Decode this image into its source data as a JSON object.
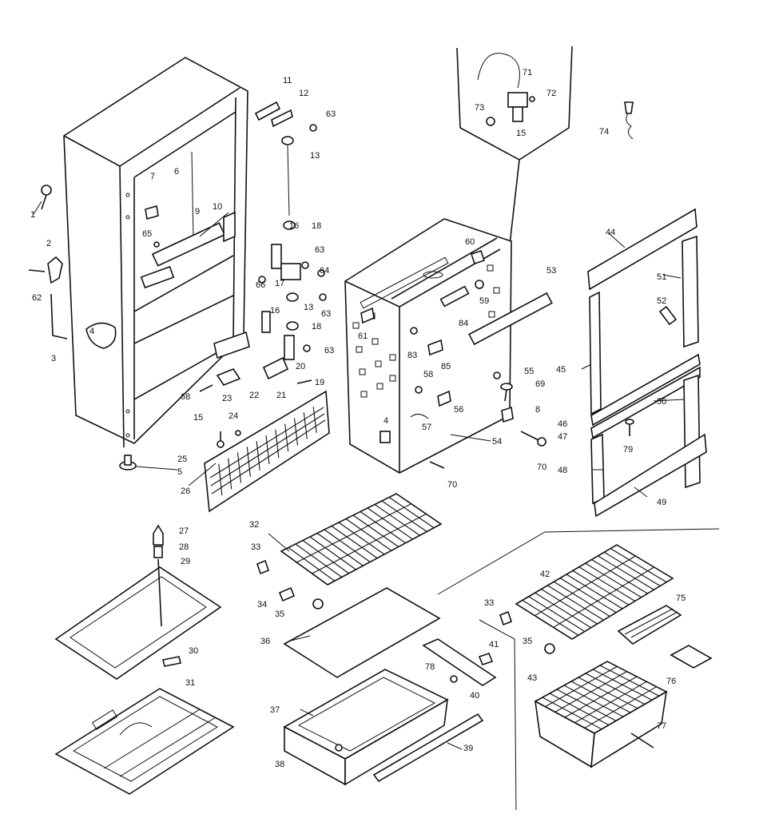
{
  "callouts": [
    {
      "id": "c1",
      "text": "1"
    },
    {
      "id": "c2",
      "text": "2"
    },
    {
      "id": "c3",
      "text": "3"
    },
    {
      "id": "c4a",
      "text": "4"
    },
    {
      "id": "c62",
      "text": "62"
    },
    {
      "id": "c5",
      "text": "5"
    },
    {
      "id": "c6",
      "text": "6"
    },
    {
      "id": "c7",
      "text": "7"
    },
    {
      "id": "c9",
      "text": "9"
    },
    {
      "id": "c10",
      "text": "10"
    },
    {
      "id": "c65",
      "text": "65"
    },
    {
      "id": "c11",
      "text": "11"
    },
    {
      "id": "c12",
      "text": "12"
    },
    {
      "id": "c63a",
      "text": "63"
    },
    {
      "id": "c13a",
      "text": "13"
    },
    {
      "id": "c18a",
      "text": "18"
    },
    {
      "id": "c16a",
      "text": "16"
    },
    {
      "id": "c63b",
      "text": "63"
    },
    {
      "id": "c64",
      "text": "64"
    },
    {
      "id": "c66",
      "text": "66"
    },
    {
      "id": "c17",
      "text": "17"
    },
    {
      "id": "c63c",
      "text": "63"
    },
    {
      "id": "c16b",
      "text": "16"
    },
    {
      "id": "c13b",
      "text": "13"
    },
    {
      "id": "c18b",
      "text": "18"
    },
    {
      "id": "c63d",
      "text": "63"
    },
    {
      "id": "c20",
      "text": "20"
    },
    {
      "id": "c19",
      "text": "19"
    },
    {
      "id": "c21",
      "text": "21"
    },
    {
      "id": "c22",
      "text": "22"
    },
    {
      "id": "c23",
      "text": "23"
    },
    {
      "id": "c68",
      "text": "68"
    },
    {
      "id": "c15a",
      "text": "15"
    },
    {
      "id": "c24",
      "text": "24"
    },
    {
      "id": "c25",
      "text": "25"
    },
    {
      "id": "c26",
      "text": "26"
    },
    {
      "id": "c71",
      "text": "71"
    },
    {
      "id": "c72",
      "text": "72"
    },
    {
      "id": "c73",
      "text": "73"
    },
    {
      "id": "c15b",
      "text": "15"
    },
    {
      "id": "c74",
      "text": "74"
    },
    {
      "id": "c60",
      "text": "60"
    },
    {
      "id": "c53",
      "text": "53"
    },
    {
      "id": "c59",
      "text": "59"
    },
    {
      "id": "c84",
      "text": "84"
    },
    {
      "id": "c61",
      "text": "61"
    },
    {
      "id": "c83",
      "text": "83"
    },
    {
      "id": "c85",
      "text": "85"
    },
    {
      "id": "c55",
      "text": "55"
    },
    {
      "id": "c58",
      "text": "58"
    },
    {
      "id": "c69",
      "text": "69"
    },
    {
      "id": "c56",
      "text": "56"
    },
    {
      "id": "c8",
      "text": "8"
    },
    {
      "id": "c57",
      "text": "57"
    },
    {
      "id": "c4b",
      "text": "4"
    },
    {
      "id": "c54",
      "text": "54"
    },
    {
      "id": "c70a",
      "text": "70"
    },
    {
      "id": "c70b",
      "text": "70"
    },
    {
      "id": "c44",
      "text": "44"
    },
    {
      "id": "c51",
      "text": "51"
    },
    {
      "id": "c52",
      "text": "52"
    },
    {
      "id": "c45",
      "text": "45"
    },
    {
      "id": "c50",
      "text": "50"
    },
    {
      "id": "c46",
      "text": "46"
    },
    {
      "id": "c47",
      "text": "47"
    },
    {
      "id": "c79",
      "text": "79"
    },
    {
      "id": "c48",
      "text": "48"
    },
    {
      "id": "c49",
      "text": "49"
    },
    {
      "id": "c27",
      "text": "27"
    },
    {
      "id": "c28",
      "text": "28"
    },
    {
      "id": "c29",
      "text": "29"
    },
    {
      "id": "c30",
      "text": "30"
    },
    {
      "id": "c31",
      "text": "31"
    },
    {
      "id": "c32",
      "text": "32"
    },
    {
      "id": "c33a",
      "text": "33"
    },
    {
      "id": "c34",
      "text": "34"
    },
    {
      "id": "c35a",
      "text": "35"
    },
    {
      "id": "c36",
      "text": "36"
    },
    {
      "id": "c41",
      "text": "41"
    },
    {
      "id": "c78a",
      "text": "78"
    },
    {
      "id": "c40",
      "text": "40"
    },
    {
      "id": "c37",
      "text": "37"
    },
    {
      "id": "c38",
      "text": "38"
    },
    {
      "id": "c39",
      "text": "39"
    },
    {
      "id": "c42",
      "text": "42"
    },
    {
      "id": "c33b",
      "text": "33"
    },
    {
      "id": "c75",
      "text": "75"
    },
    {
      "id": "c35b",
      "text": "35"
    },
    {
      "id": "c76",
      "text": "76"
    },
    {
      "id": "c43",
      "text": "43"
    },
    {
      "id": "c77",
      "text": "77"
    }
  ]
}
